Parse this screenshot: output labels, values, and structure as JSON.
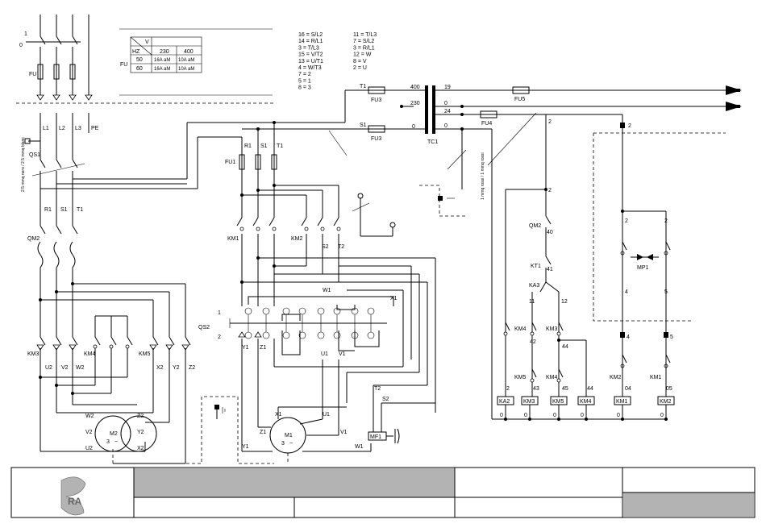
{
  "freq_table": {
    "hz": "HZ",
    "v": "V",
    "fu": "FU",
    "col1": "230",
    "col2": "400",
    "r1_hz": "50",
    "r1_a": "16A aM",
    "r1_b": "10A aM",
    "r2_hz": "60",
    "r2_a": "16A aM",
    "r2_b": "10A aM"
  },
  "legend_left": [
    "16 = S/L2",
    "14 = R/L1",
    "3 = T/L3",
    "15 = V/T2",
    "13 = U/T1",
    "4 = W/T3",
    "7 = 2",
    "5 = 1",
    "8 = 3"
  ],
  "legend_right": [
    "11 = T/L3",
    "7 = S/L2",
    "3 = R/L1",
    "12 = W",
    "8 = V",
    "2 = U"
  ],
  "labels": {
    "one": "1",
    "zero": "0",
    "fu": "FU",
    "l1": "L1",
    "l2": "L2",
    "l3": "L3",
    "pe": "PE",
    "qs1": "QS1",
    "wire_note": "2.5 mmq nero / 2.5 mmq blanc",
    "r1": "R1",
    "s1": "S1",
    "t1": "T1",
    "qm2": "QM2",
    "km3": "KM3",
    "km4": "KM4",
    "km5": "KM5",
    "u2": "U2",
    "v2": "V2",
    "w2": "W2",
    "x2": "X2",
    "y2": "Y2",
    "z2": "Z2",
    "m2": "M2",
    "three": "3",
    "tilde": "~",
    "km1": "KM1",
    "km2": "KM2",
    "fu1": "FU1",
    "qs2": "QS2",
    "s2": "S2",
    "t2": "T2",
    "y1": "Y1",
    "z1": "Z1",
    "u1": "U1",
    "v1": "V1",
    "w1": "W1",
    "x1": "X1",
    "m1": "M1",
    "mf1": "MF1",
    "fu3": "FU3",
    "fu4": "FU4",
    "fu5": "FU5",
    "tc1": "TC1",
    "v400": "400",
    "v230": "230",
    "v19": "19",
    "v24": "24",
    "v0": "0",
    "v2w": "2",
    "ka3": "KA3",
    "kt1": "KT1",
    "mp1": "MP1",
    "n40": "40",
    "n41": "41",
    "n11": "11",
    "n12": "12",
    "n42": "42",
    "n43": "43",
    "n44": "44",
    "n45": "45",
    "n04": "04",
    "n05": "05",
    "n4": "4",
    "n5": "5",
    "ka2": "KA2",
    "km5b": "KM5",
    "km4b": "KM4",
    "wire_note2": "1 mmq rossi / 1 mmq rossi",
    "logo": "RA"
  }
}
